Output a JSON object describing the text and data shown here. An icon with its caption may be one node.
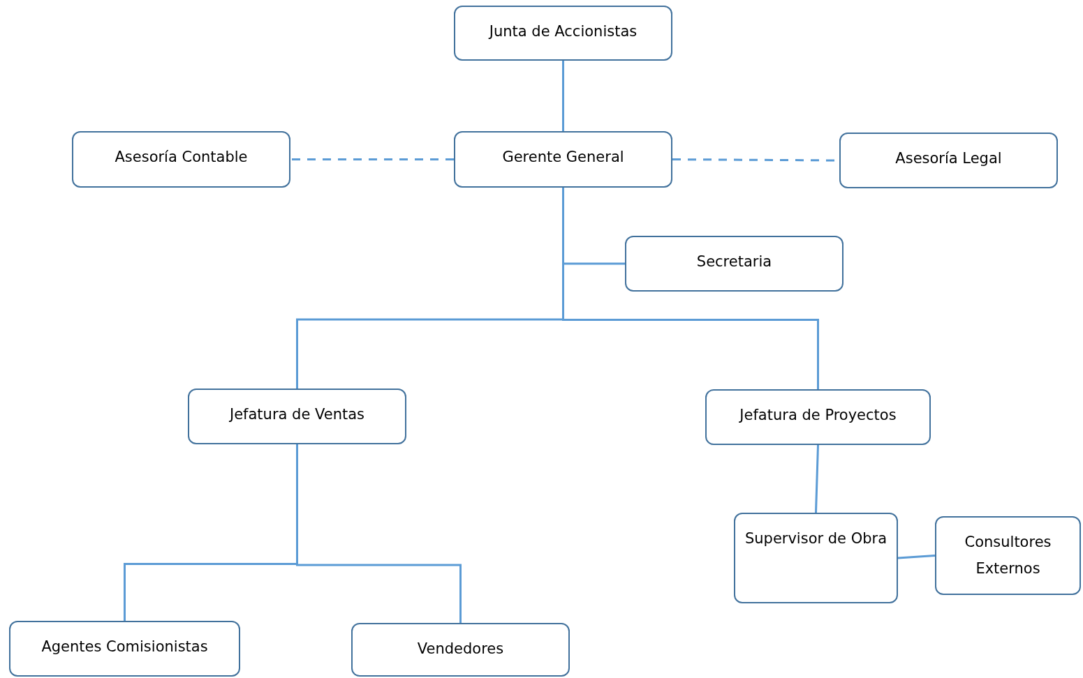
{
  "diagram": {
    "nodes": [
      {
        "text": [
          "Junta de Accionistas"
        ]
      },
      {
        "text": [
          "Asesoría Contable"
        ]
      },
      {
        "text": [
          "Gerente General"
        ]
      },
      {
        "text": [
          "Asesoría Legal"
        ]
      },
      {
        "text": [
          "Secretaria"
        ]
      },
      {
        "text": [
          "Jefatura de Ventas"
        ]
      },
      {
        "text": [
          "Jefatura de Proyectos"
        ]
      },
      {
        "text": [
          "Supervisor de Obra"
        ]
      },
      {
        "text": [
          "Consultores Externos"
        ]
      },
      {
        "text": [
          "Agentes Comisionistas"
        ]
      },
      {
        "text": [
          "Vendedores"
        ]
      }
    ],
    "edges": [
      {
        "from": 0,
        "to": 2,
        "arrow": "none"
      },
      {
        "from": 2,
        "to": 1,
        "arrow": "none",
        "style": "dashed"
      },
      {
        "from": 2,
        "to": 3,
        "arrow": "none",
        "style": "dashed"
      },
      {
        "from": 2,
        "to": 4,
        "arrow": "none"
      },
      {
        "from": 2,
        "to": 5,
        "arrow": "none"
      },
      {
        "from": 2,
        "to": 6,
        "arrow": "none"
      },
      {
        "from": 6,
        "to": 7,
        "arrow": "none"
      },
      {
        "from": 7,
        "to": 8,
        "arrow": "none"
      },
      {
        "from": 5,
        "to": 9,
        "arrow": "none"
      },
      {
        "from": 5,
        "to": 10,
        "arrow": "none"
      }
    ]
  }
}
